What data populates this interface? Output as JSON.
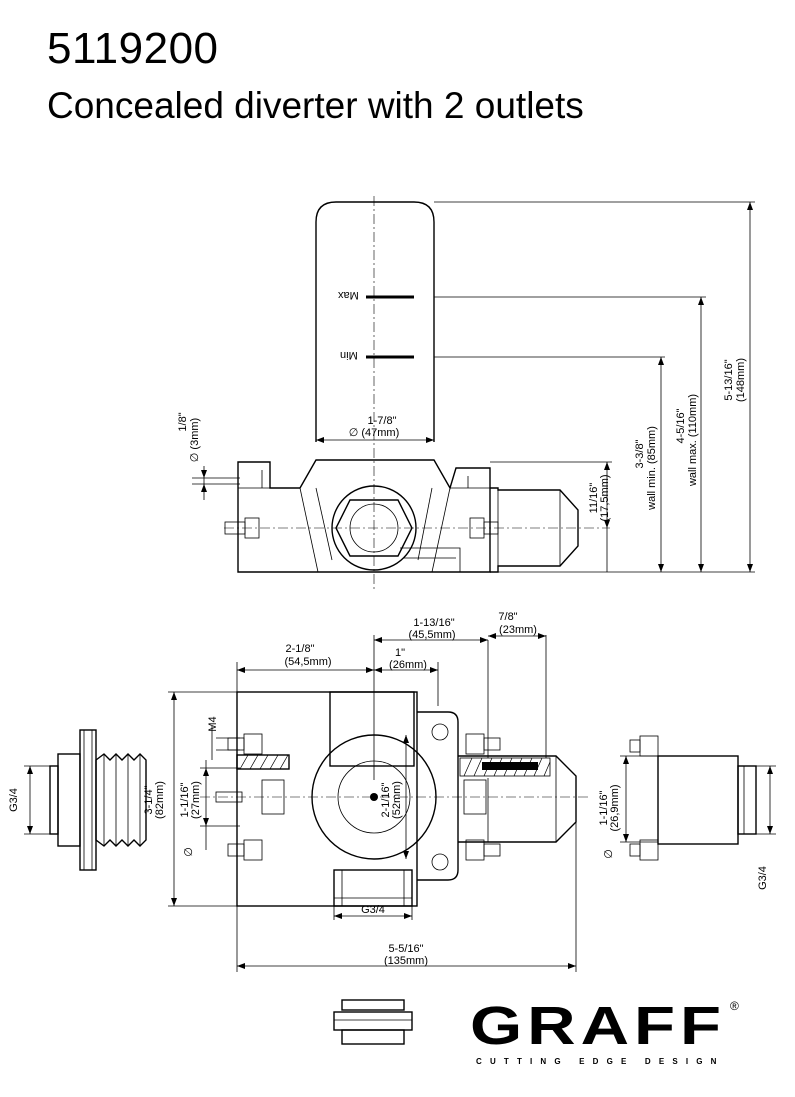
{
  "header": {
    "model_number": "5119200",
    "title": "Concealed diverter with 2 outlets"
  },
  "side_view": {
    "scale_max": "Max",
    "scale_min": "Min",
    "sleeve_dia_in": "1-7/8\"",
    "sleeve_dia_mm": "∅ (47mm)",
    "pin_dia_in": "1/8\"",
    "pin_dia_mm": "∅ (3mm)",
    "offset_in": "11/16\"",
    "offset_mm": "(17,5mm)",
    "wall_min_in": "3-3/8\"",
    "wall_min_mm": "wall min. (85mm)",
    "wall_max_in": "4-5/16\"",
    "wall_max_mm": "wall max. (110mm)",
    "total_in": "5-13/16\"",
    "total_mm": "(148mm)"
  },
  "plan_view": {
    "d1_in": "2-1/8\"",
    "d1_mm": "(54,5mm)",
    "d2_in": "1\"",
    "d2_mm": "(26mm)",
    "d3_in": "1-13/16\"",
    "d3_mm": "(45,5mm)",
    "d4_in": "7/8\"",
    "d4_mm": "(23mm)",
    "m4": "M4",
    "height_in": "3-1/4\"",
    "height_mm": "(82mm)",
    "port_in": "1-1/16\"",
    "port_mm": "(27mm)",
    "port_dia_symbol": "∅",
    "center_in": "2-1/16\"",
    "center_mm": "(52mm)",
    "thread_bottom": "G3/4",
    "width_in": "5-5/16\"",
    "width_mm": "(135mm)",
    "thread_left": "G3/4",
    "right_port_in": "1-1/16\"",
    "right_port_mm": "(26,9mm)",
    "right_dia_symbol": "∅",
    "thread_right": "G3/4"
  },
  "brand": {
    "logo": "GRAFF",
    "registered": "®",
    "tagline": "CUTTING EDGE DESIGN"
  }
}
